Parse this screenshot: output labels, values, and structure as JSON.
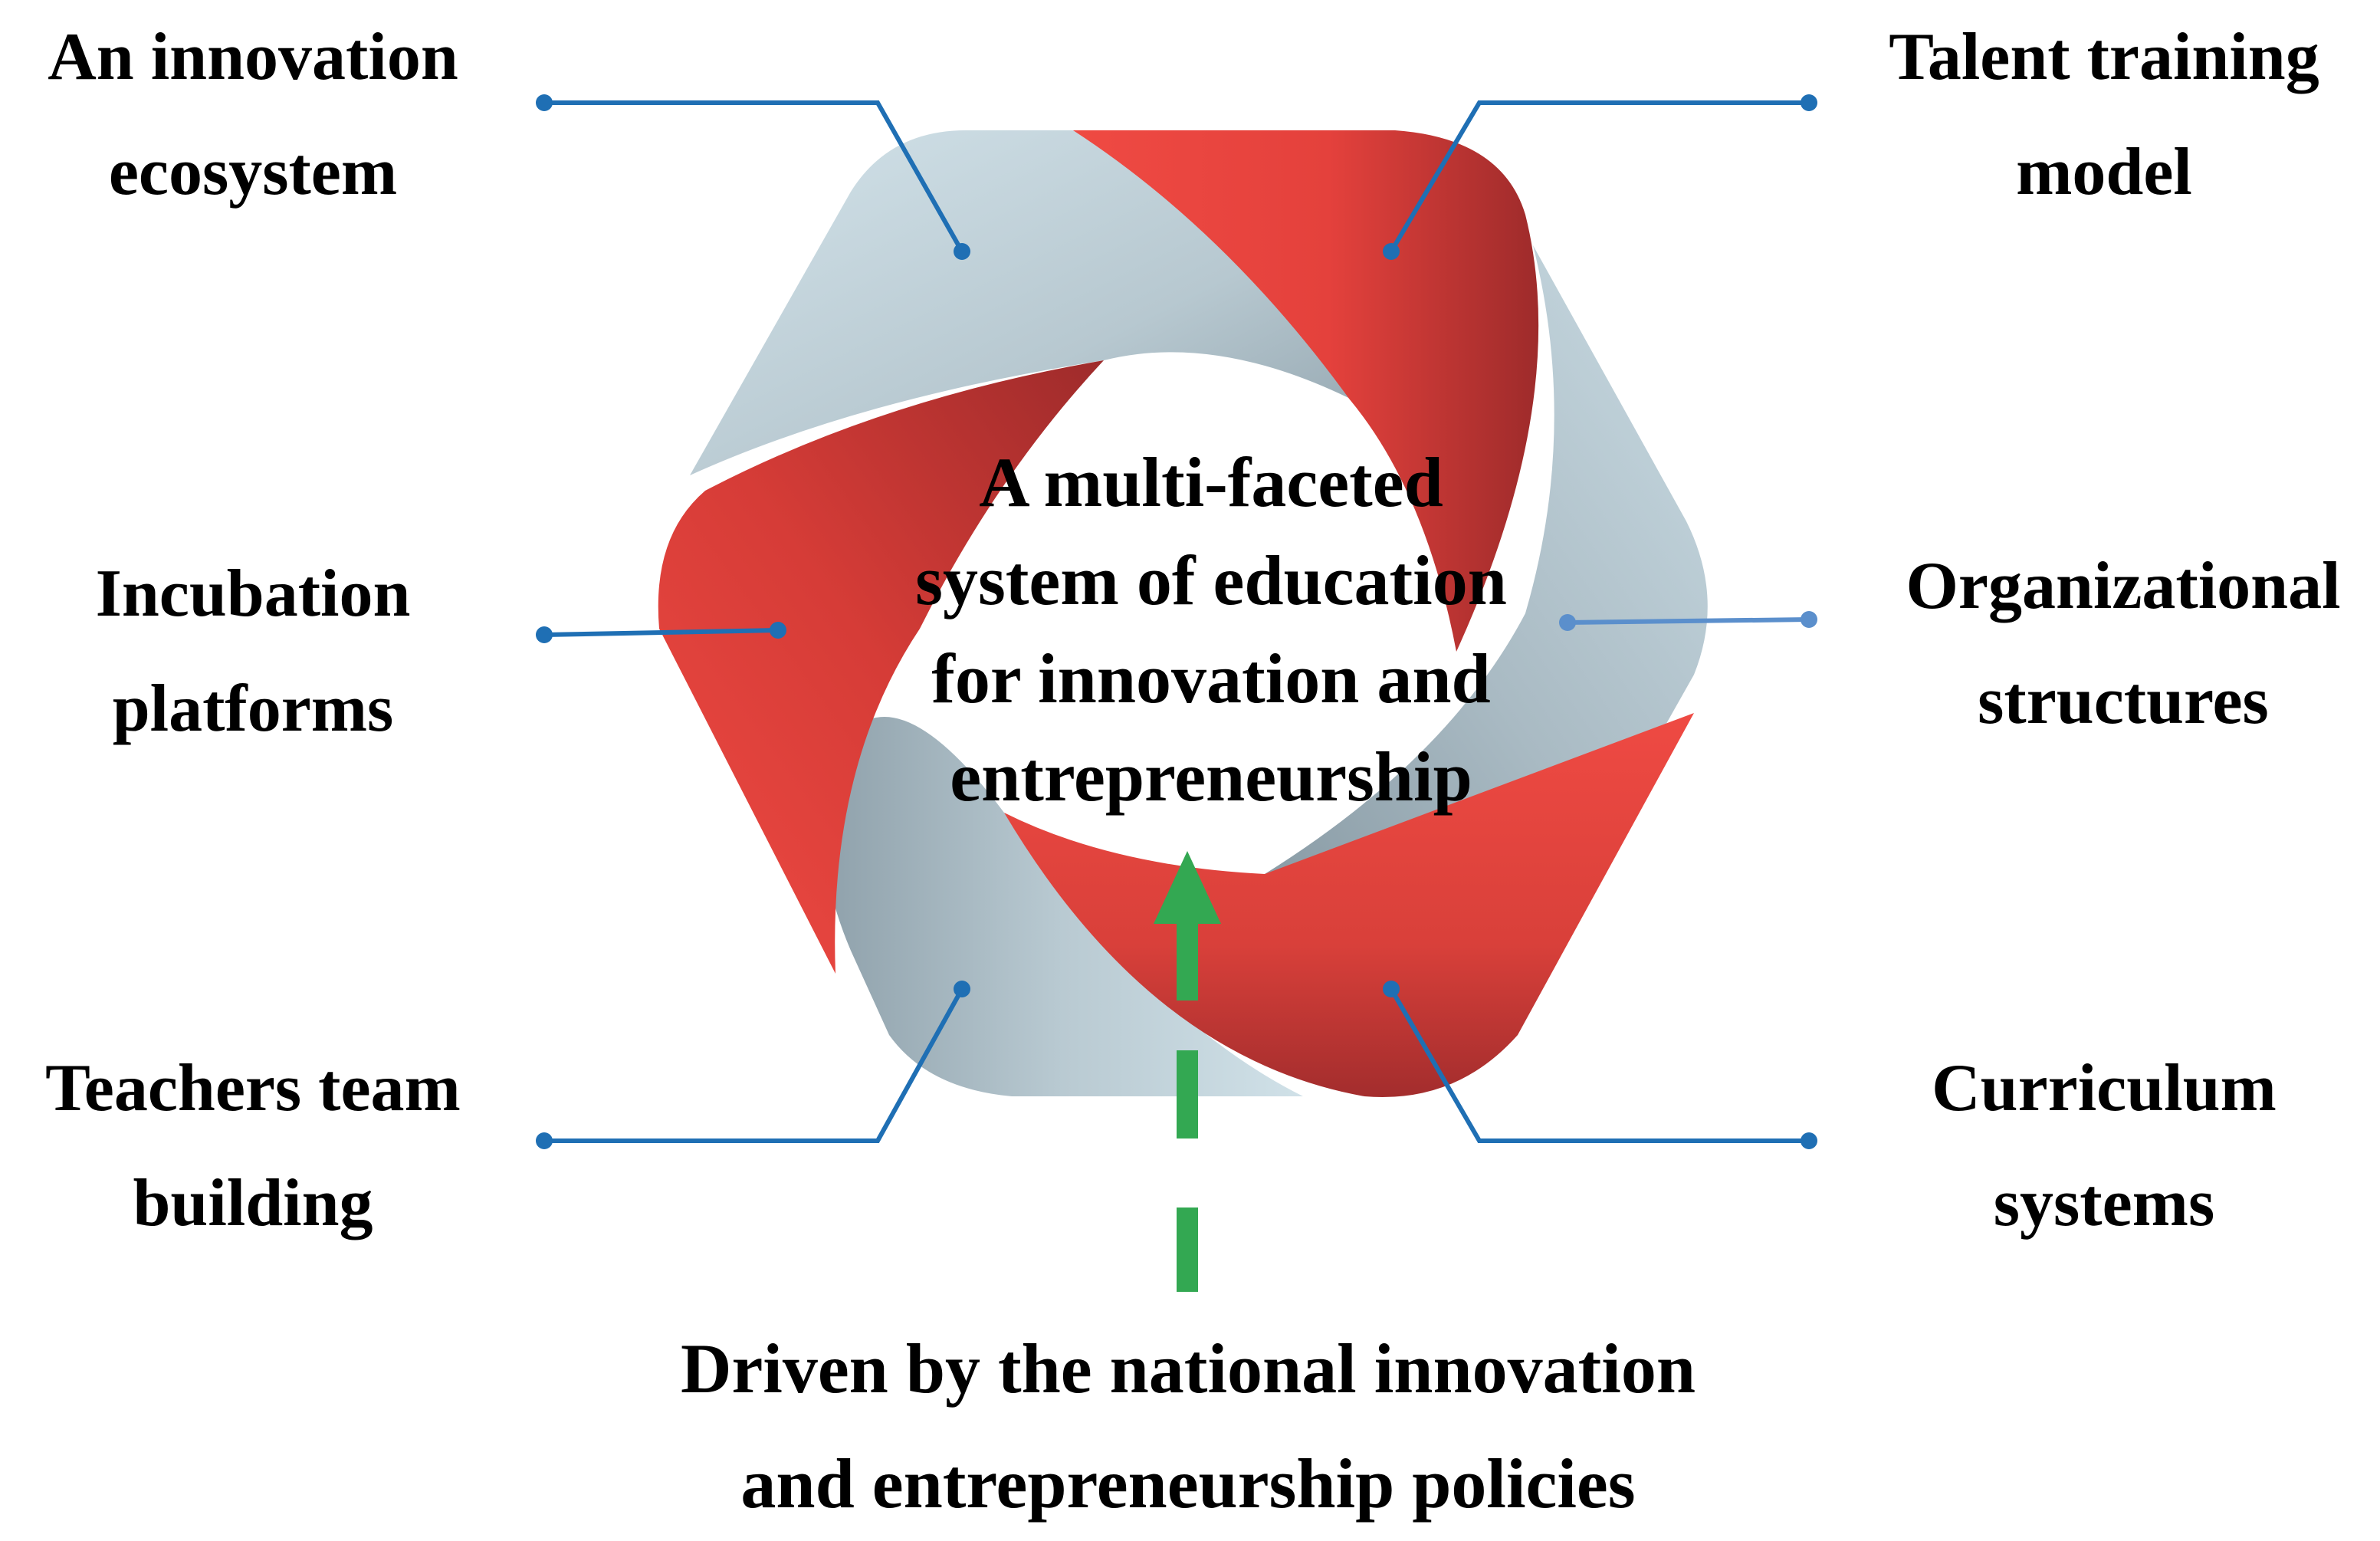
{
  "diagram": {
    "center": {
      "lines": [
        "A multi-faceted",
        "system of education",
        "for innovation and",
        "entrepreneurship"
      ]
    },
    "driver": {
      "lines": [
        "Driven by the national innovation",
        "and entrepreneurship policies"
      ]
    },
    "facets": [
      {
        "id": "innovation-ecosystem",
        "lines": [
          "An innovation",
          "ecosystem"
        ]
      },
      {
        "id": "talent-training-model",
        "lines": [
          "Talent training",
          "model"
        ]
      },
      {
        "id": "incubation-platforms",
        "lines": [
          "Incubation",
          "platforms"
        ]
      },
      {
        "id": "organizational-structures",
        "lines": [
          "Organizational",
          "structures"
        ]
      },
      {
        "id": "teachers-team-building",
        "lines": [
          "Teachers team",
          "building"
        ]
      },
      {
        "id": "curriculum-systems",
        "lines": [
          "Curriculum",
          "systems"
        ]
      }
    ],
    "colors": {
      "ribbon_red": "#ef4a43",
      "ribbon_red_dark": "#9e2b2b",
      "ribbon_grey": "#c9dbe3",
      "ribbon_grey_dark": "#8fa1ab",
      "connector": "#1f6fb4",
      "connector_light": "#5b8fcc",
      "arrow": "#33a852"
    }
  }
}
